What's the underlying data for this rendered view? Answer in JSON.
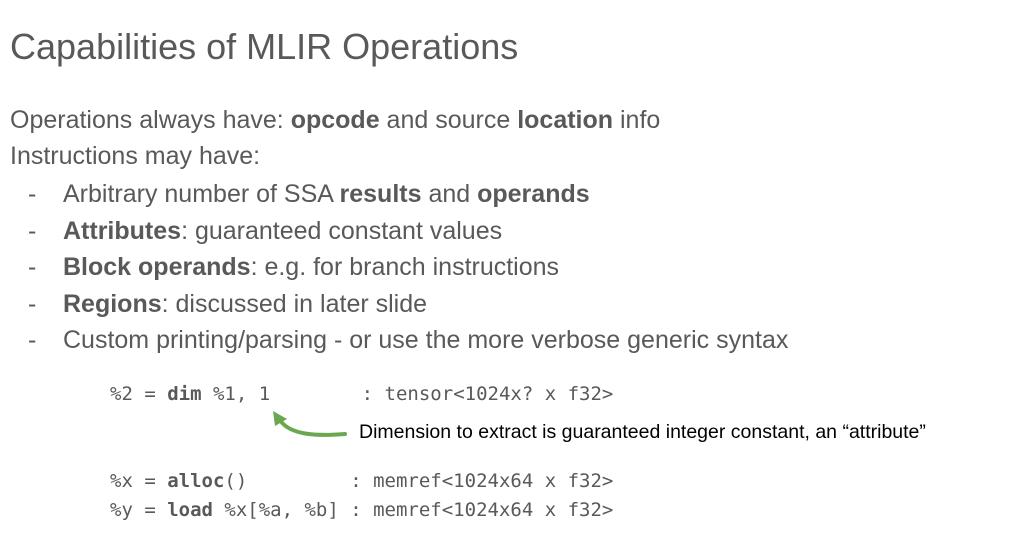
{
  "slide": {
    "title": "Capabilities of MLIR Operations",
    "line1": {
      "t1": "Operations always have: ",
      "b1": "opcode",
      "t2": " and source ",
      "b2": "location",
      "t3": " info"
    },
    "line2": "Instructions may have:",
    "bullets": [
      {
        "dash": "-",
        "t1": "Arbitrary number of SSA ",
        "b1": "results",
        "t2": " and ",
        "b2": "operands"
      },
      {
        "dash": "-",
        "b1": "Attributes",
        "t1": ": guaranteed constant values"
      },
      {
        "dash": "-",
        "b1": "Block operands",
        "t1": ": e.g. for branch instructions"
      },
      {
        "dash": "-",
        "b1": "Regions",
        "t1": ": discussed in later slide"
      },
      {
        "dash": "-",
        "t1": "Custom printing/parsing - or use the more verbose generic syntax"
      }
    ],
    "code1": {
      "pre": "%2 = ",
      "kw": "dim",
      "post": " %1, 1        : tensor<1024x? x f32>"
    },
    "annotation": "Dimension to extract is guaranteed integer constant, an “attribute”",
    "code2": {
      "pre": "%x = ",
      "kw": "alloc",
      "post": "()         : memref<1024x64 x f32>"
    },
    "code3": {
      "pre": "%y = ",
      "kw": "load",
      "post": " %x[%a, %b] : memref<1024x64 x f32>"
    },
    "colors": {
      "text": "#595959",
      "arrow": "#6aa84f",
      "annotation": "#000000"
    }
  }
}
